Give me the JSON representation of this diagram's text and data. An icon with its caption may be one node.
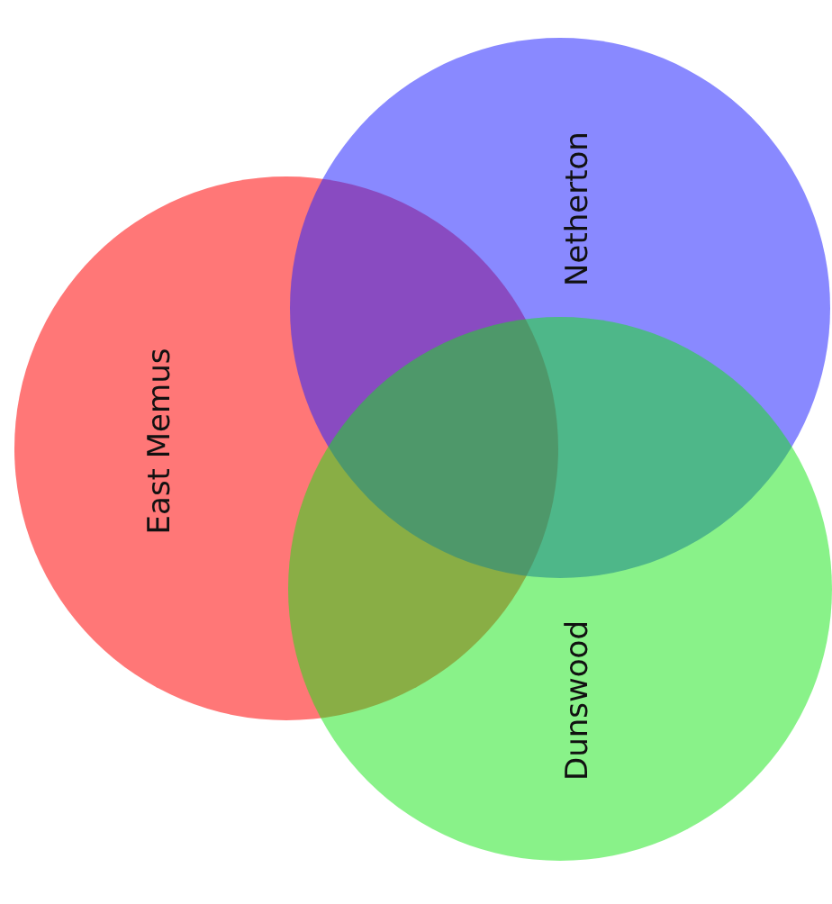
{
  "diagram": {
    "nodes": [
      {
        "text": [
          "East Memus"
        ]
      },
      {
        "text": [
          "Netherton"
        ]
      },
      {
        "text": [
          "Dunswood"
        ]
      }
    ],
    "edges": []
  }
}
